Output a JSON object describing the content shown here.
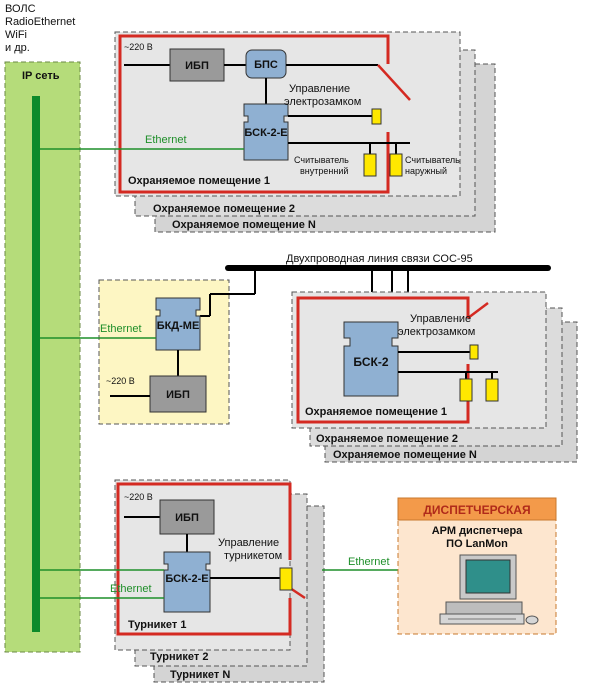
{
  "legend": {
    "media_lines": [
      "ВОЛС",
      "RadioEthernet",
      "WiFi",
      "и др."
    ],
    "ip_network": "IP сеть"
  },
  "top_block": {
    "power": "~220 В",
    "ups": "ИБП",
    "bps": "БПС",
    "controller": "БСК-2-Е",
    "lock_control": [
      "Управление",
      "электрозамком"
    ],
    "reader_inner": [
      "Считыватель",
      "внутренний"
    ],
    "reader_outer": [
      "Считыватель",
      "наружный"
    ],
    "ethernet": "Ethernet",
    "rooms": [
      "Охраняемое помещение 1",
      "Охраняемое помещение 2",
      "Охраняемое помещение N"
    ]
  },
  "bus": {
    "label": "Двухпроводная линия связи СОС-95"
  },
  "bkd_block": {
    "ethernet": "Ethernet",
    "device": "БКД-МЕ",
    "power": "~220 В",
    "ups": "ИБП"
  },
  "middle_block": {
    "controller": "БСК-2",
    "lock_control": [
      "Управление",
      "электрозамком"
    ],
    "rooms": [
      "Охраняемое помещение 1",
      "Охраняемое помещение 2",
      "Охраняемое помещение N"
    ]
  },
  "turnstile_block": {
    "power": "~220 В",
    "ups": "ИБП",
    "controller": "БСК-2-Е",
    "turnstile_control": [
      "Управление",
      "турникетом"
    ],
    "ethernet": "Ethernet",
    "turnstiles": [
      "Турникет 1",
      "Турникет 2",
      "Турникет N"
    ]
  },
  "dispatch": {
    "title": "ДИСПЕТЧЕРСКАЯ",
    "workstation": [
      "АРМ диспетчера",
      "ПО LanMon"
    ],
    "ethernet": "Ethernet"
  },
  "colors": {
    "ip_zone": "#b5dc7a",
    "ethernet_green": "#1f8f2a",
    "room_fill": "#d9d9d9",
    "room_border_red": "#d42a22",
    "device_blue": "#8fb0d2",
    "ups_gray": "#9a9a9a",
    "reader_yellow": "#ffe800",
    "bkd_zone": "#fdf6c3",
    "dispatch_orange": "#f39a4a"
  }
}
